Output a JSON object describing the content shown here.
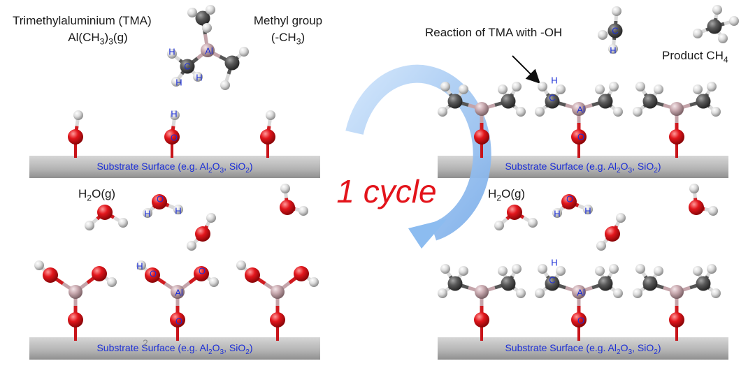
{
  "labels": {
    "tma_name": "Trimethylaluminium (TMA)",
    "tma_formula": {
      "a": "Al(CH",
      "sub": "3",
      "b": ")",
      "sub2": "3",
      "c": "(g)"
    },
    "methyl_name": "Methyl group",
    "methyl_formula": {
      "a": "(-CH",
      "sub": "3",
      "b": ")"
    },
    "reaction": "Reaction of TMA with -OH",
    "product": {
      "a": "Product CH",
      "sub": "4"
    },
    "water": {
      "a": "H",
      "sub": "2",
      "b": "O(g)"
    },
    "cycle": "1 cycle",
    "stray_mark": "2"
  },
  "surface": {
    "a": "Substrate Surface (e.g. Al",
    "s1": "2",
    "b": "O",
    "s2": "3",
    "c": ", SiO",
    "s3": "2",
    "d": ")"
  },
  "atom_letters": {
    "H": "H",
    "C": "C",
    "O": "O",
    "Al": "Al"
  },
  "colors": {
    "oxygen": "#e2161c",
    "hydrogen": "#e6e6e6",
    "carbon": "#5a5a5a",
    "aluminum": "#c9aab0",
    "label_blue": "#1c2fd6",
    "arrow": "#8cbcf0",
    "cycle_text": "#e3141b"
  }
}
